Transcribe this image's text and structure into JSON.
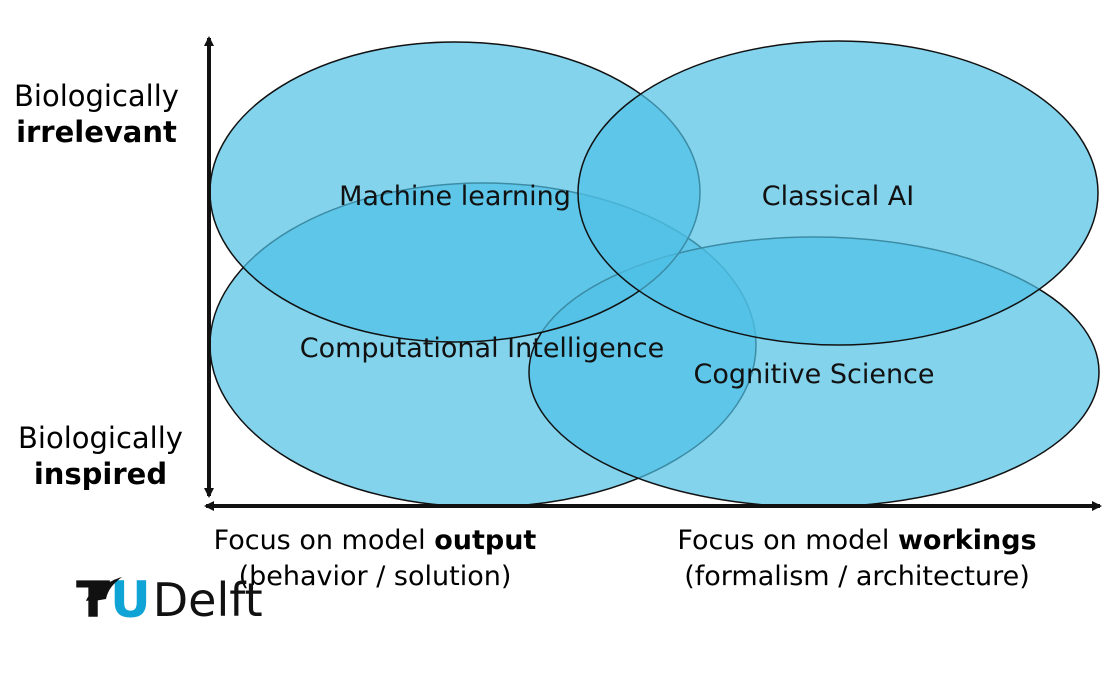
{
  "y_axis": {
    "top_label": {
      "line1": "Biologically",
      "line2": "irrelevant"
    },
    "bottom_label": {
      "line1": "Biologically",
      "line2": "inspired"
    }
  },
  "x_axis": {
    "left_caption": {
      "prefix": "Focus on model ",
      "bold": "output",
      "line2": "(behavior / solution)"
    },
    "right_caption": {
      "prefix": "Focus on model ",
      "bold": "workings",
      "line2": "(formalism / architecture)"
    }
  },
  "regions": {
    "machine_learning": "Machine learning",
    "classical_ai": "Classical AI",
    "computational_intelligence": "Computational Intelligence",
    "cognitive_science": "Cognitive Science"
  },
  "logo": {
    "t": "T",
    "u": "U",
    "rest": "Delft"
  },
  "colors": {
    "ellipse_fill": "#4fc1e6",
    "outline": "#111111",
    "brand": "#0fa3d6"
  }
}
